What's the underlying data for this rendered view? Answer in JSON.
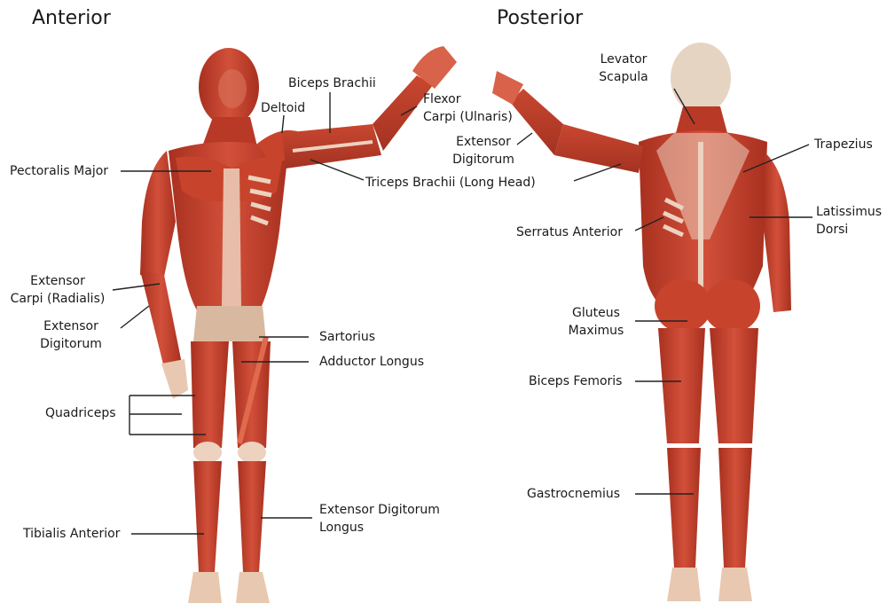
{
  "headings": {
    "anterior": "Anterior",
    "posterior": "Posterior"
  },
  "anterior_labels": {
    "biceps_brachii": [
      "Biceps Brachii"
    ],
    "deltoid": [
      "Deltoid"
    ],
    "flexor_carpi": [
      "Flexor",
      "Carpi (Ulnaris)"
    ],
    "pectoralis_major": [
      "Pectoralis Major"
    ],
    "triceps_brachii": [
      "Triceps Brachii (Long Head)"
    ],
    "extensor_carpi": [
      "Extensor",
      "Carpi (Radialis)"
    ],
    "extensor_digitorum": [
      "Extensor",
      "Digitorum"
    ],
    "sartorius": [
      "Sartorius"
    ],
    "adductor_longus": [
      "Adductor Longus"
    ],
    "quadriceps": [
      "Quadriceps"
    ],
    "tibialis_anterior": [
      "Tibialis Anterior"
    ],
    "extensor_digitorum_longus": [
      "Extensor Digitorum",
      "Longus"
    ]
  },
  "posterior_labels": {
    "levator_scapula": [
      "Levator",
      "Scapula"
    ],
    "extensor_digitorum": [
      "Extensor",
      "Digitorum"
    ],
    "trapezius": [
      "Trapezius"
    ],
    "latissimus_dorsi": [
      "Latissimus",
      "Dorsi"
    ],
    "serratus_anterior": [
      "Serratus Anterior"
    ],
    "gluteus_maximus": [
      "Gluteus",
      "Maximus"
    ],
    "biceps_femoris": [
      "Biceps Femoris"
    ],
    "gastrocnemius": [
      "Gastrocnemius"
    ]
  },
  "colors": {
    "muscle": "#c8432c",
    "muscle_dark": "#9a2a1c",
    "muscle_light": "#e06a4c",
    "tendon": "#ecd2bf",
    "leader": "#222222"
  }
}
